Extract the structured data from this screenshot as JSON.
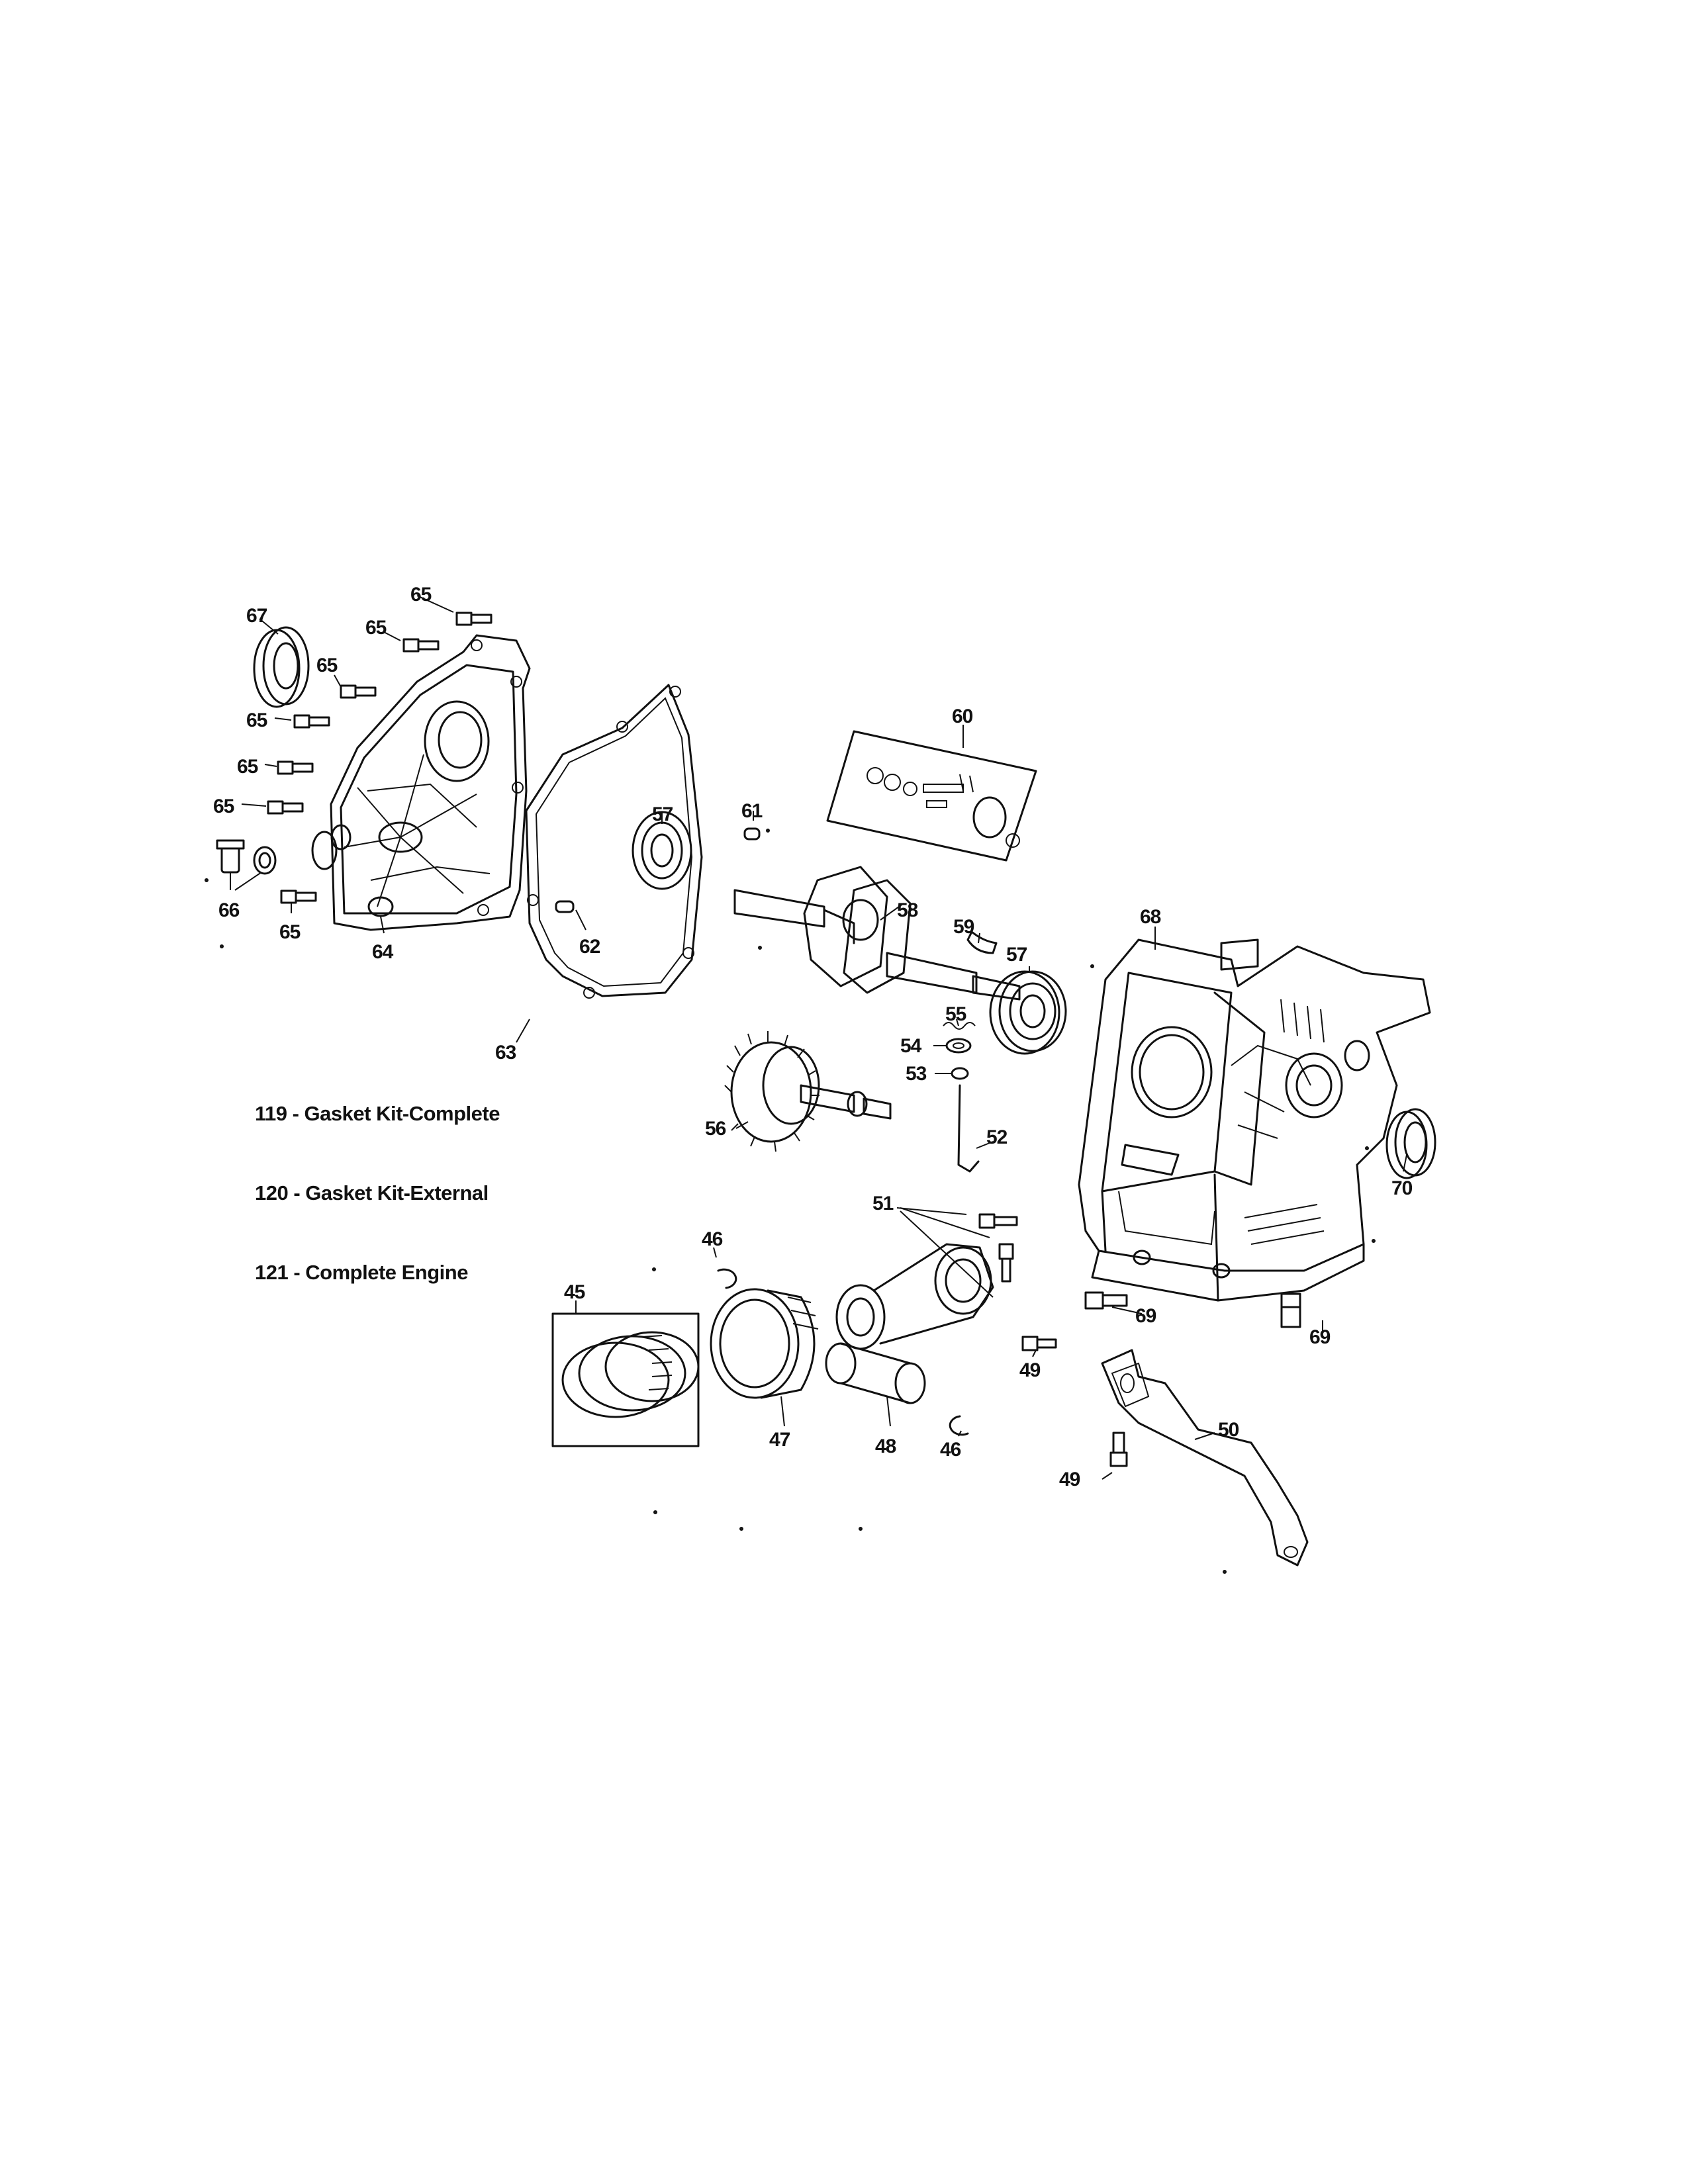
{
  "kit_notes": [
    {
      "id": "119",
      "text": "119 - Gasket Kit-Complete"
    },
    {
      "id": "120",
      "text": "120 - Gasket Kit-External"
    },
    {
      "id": "121",
      "text": "121 - Complete Engine"
    }
  ],
  "callouts": {
    "p45": "45",
    "p46a": "46",
    "p46b": "46",
    "p47": "47",
    "p48": "48",
    "p49a": "49",
    "p49b": "49",
    "p50": "50",
    "p51": "51",
    "p52": "52",
    "p53": "53",
    "p54": "54",
    "p55": "55",
    "p56": "56",
    "p57a": "57",
    "p57b": "57",
    "p58": "58",
    "p59": "59",
    "p60": "60",
    "p61": "61",
    "p62": "62",
    "p63": "63",
    "p64": "64",
    "p65a": "65",
    "p65b": "65",
    "p65c": "65",
    "p65d": "65",
    "p65e": "65",
    "p65f": "65",
    "p65g": "65",
    "p66": "66",
    "p67": "67",
    "p68": "68",
    "p69a": "69",
    "p69b": "69",
    "p70": "70"
  }
}
